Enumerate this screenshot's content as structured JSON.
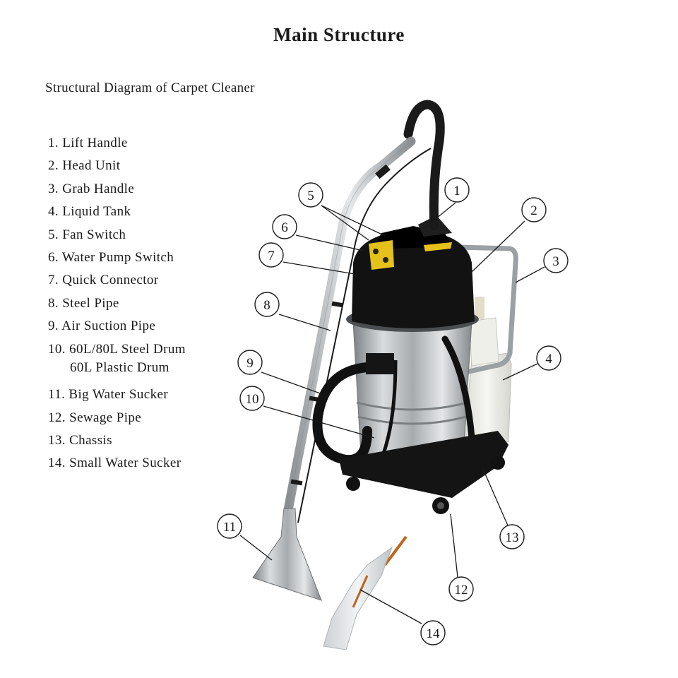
{
  "title": "Main Structure",
  "subtitle": "Structural Diagram of Carpet Cleaner",
  "parts": [
    {
      "num": "1",
      "label": "1. Lift Handle"
    },
    {
      "num": "2",
      "label": "2. Head Unit"
    },
    {
      "num": "3",
      "label": "3. Grab Handle"
    },
    {
      "num": "4",
      "label": "4. Liquid Tank"
    },
    {
      "num": "5",
      "label": "5. Fan Switch"
    },
    {
      "num": "6",
      "label": "6. Water Pump Switch"
    },
    {
      "num": "7",
      "label": "7. Quick Connector"
    },
    {
      "num": "8",
      "label": "8. Steel Pipe"
    },
    {
      "num": "9",
      "label": "9. Air Suction Pipe"
    },
    {
      "num": "10",
      "label": "10. 60L/80L Steel Drum",
      "label2": "60L Plastic Drum"
    },
    {
      "num": "11",
      "label": "11. Big Water Sucker"
    },
    {
      "num": "12",
      "label": "12. Sewage Pipe"
    },
    {
      "num": "13",
      "label": "13. Chassis"
    },
    {
      "num": "14",
      "label": "14. Small Water Sucker"
    }
  ],
  "colors": {
    "steel": "#b9bdc0",
    "body": "#111111",
    "accent": "#e5c21a",
    "tank": "#eeeeea"
  }
}
